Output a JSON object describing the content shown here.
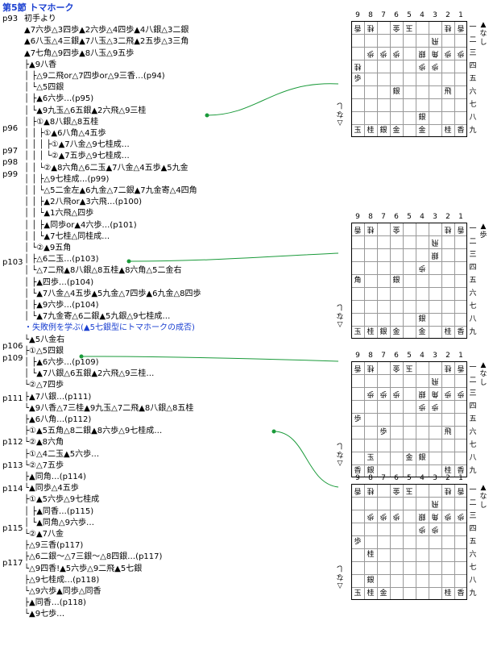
{
  "title": "第5節 トマホーク",
  "pages": [
    "p93",
    "p96",
    "p97",
    "p98",
    "p99",
    "p103",
    "p106",
    "p109",
    "p111",
    "p112",
    "p113",
    "p114",
    "p115",
    "p117"
  ],
  "lines": [
    "初手より",
    "▲7六歩△3四歩▲2六歩△4四歩▲4八銀△3二銀",
    "▲6八玉△4三銀▲7八玉△3二飛▲2五歩△3三角",
    "▲7七角△9四歩▲8八玉△9五歩",
    "├▲9八香",
    "│  ├△9二飛or△7四歩or△9三香…(p94)",
    "│  └△5四銀",
    "│      ├▲6六歩…(p95)",
    "│      └▲9九玉△6五銀▲2六飛△9三桂",
    "│          ├①▲8八銀△8五桂",
    "│          │  ├①▲6八角△4五歩",
    "│          │  │  ├①▲7八金△9七桂成…",
    "│          │  │  └②▲7五歩△9七桂成…",
    "│          │  └②▲8六角△6二玉▲7八金△4五歩▲5九金",
    "│          │      ├△9七桂成…(p99)",
    "│          │      └△5二金左▲6九金△7二銀▲7九金寄△4四角",
    "│          │          ├▲2八飛or▲3六飛…(p100)",
    "│          │          └▲1六飛△四歩",
    "│          │              ├▲同歩or▲4六歩…(p101)",
    "│          │              └▲7七桂△同桂成…",
    "│          └②▲9五角",
    "│              ├△6二玉…(p103)",
    "│              └△7二飛▲8八銀△8五桂▲8六角△5二金右",
    "│                  ├▲四歩…(p104)",
    "│                  └▲7八金△4五歩▲5九金△7四歩▲6九金△8四歩",
    "│                      ├▲9六歩…(p104)",
    "│                      └▲7九金寄△6二銀▲5九銀△9七桂成…",
    "・失敗例を学ぶ(▲5七銀型にトマホークの成否)",
    "└▲5八金右",
    "    ├①△5四銀",
    "    │  ├▲6六歩…(p109)",
    "    │  └▲7八銀△6五銀▲2六飛△9三桂…",
    "    └②△7四歩",
    "        ├▲7八銀…(p111)",
    "        └▲9八香△7三桂▲9九玉△7二飛▲8八銀△8五桂",
    "            ├▲6八角…(p112)",
    "            ├①▲5五角△8二銀▲8六歩△9七桂成…",
    "            └②▲8六角",
    "                ├①△4二玉▲5六歩…",
    "                └②△7五歩",
    "                    ├▲同角…(p114)",
    "                    └▲同歩△4五歩",
    "                        ├①▲5六歩△9七桂成",
    "                        │  ├▲同香…(p115)",
    "                        │  └▲同角△9六歩…",
    "                        └②▲7八金",
    "                            ├△9三香(p117)",
    "                            ├△6二銀～△7三銀～△8四銀…(p117)",
    "                            └△9四香!▲5六歩△9二飛▲5七銀",
    "                                ├△9七桂成…(p118)",
    "                                └△9六歩▲同歩△同香",
    "                                    ├▲同香…(p118)",
    "                                    └▲9七歩…"
  ],
  "files": [
    "9",
    "8",
    "7",
    "6",
    "5",
    "4",
    "3",
    "2",
    "1"
  ],
  "ranks": [
    "一",
    "二",
    "三",
    "四",
    "五",
    "六",
    "七",
    "八",
    "九"
  ],
  "boards": [
    {
      "sente_hand": "▲なし",
      "gote_hand": "△なし",
      "cells": [
        [
          "香",
          "桂",
          "",
          "金",
          "玉",
          "",
          "",
          "桂",
          "香"
        ],
        [
          "",
          "",
          "",
          "",
          "",
          "",
          "飛",
          "",
          ""
        ],
        [
          "",
          "歩",
          "歩",
          "歩",
          "",
          "銀",
          "角",
          "歩",
          "歩"
        ],
        [
          "桂",
          "",
          "",
          "",
          "",
          "歩",
          "歩",
          "",
          ""
        ],
        [
          "歩",
          "",
          "",
          "",
          "",
          "",
          "",
          "",
          ""
        ],
        [
          "",
          "",
          "",
          "銀",
          "",
          "",
          "",
          "飛",
          ""
        ],
        [
          "",
          "",
          "",
          "",
          "",
          "",
          "",
          "",
          ""
        ],
        [
          "",
          "",
          "",
          "",
          "",
          "銀",
          "",
          "",
          ""
        ],
        [
          "玉",
          "桂",
          "銀",
          "金",
          "",
          "金",
          "",
          "桂",
          "香"
        ]
      ]
    },
    {
      "sente_hand": "▲歩",
      "gote_hand": "△なし",
      "cells": [
        [
          "香",
          "桂",
          "",
          "金",
          "",
          "",
          "",
          "桂",
          "香"
        ],
        [
          "",
          "",
          "",
          "",
          "",
          "",
          "飛",
          "",
          ""
        ],
        [
          "",
          "",
          "",
          "",
          "",
          "",
          "銀",
          "",
          ""
        ],
        [
          "",
          "",
          "",
          "",
          "",
          "歩",
          "",
          "",
          ""
        ],
        [
          "角",
          "",
          "",
          "銀",
          "",
          "",
          "",
          "",
          ""
        ],
        [
          "",
          "",
          "",
          "",
          "",
          "",
          "",
          "",
          ""
        ],
        [
          "",
          "",
          "",
          "",
          "",
          "",
          "",
          "",
          ""
        ],
        [
          "",
          "",
          "",
          "",
          "",
          "銀",
          "",
          "",
          ""
        ],
        [
          "玉",
          "桂",
          "銀",
          "金",
          "",
          "金",
          "",
          "桂",
          "香"
        ]
      ]
    },
    {
      "sente_hand": "▲なし",
      "gote_hand": "△なし",
      "cells": [
        [
          "香",
          "桂",
          "",
          "金",
          "玉",
          "",
          "",
          "桂",
          "香"
        ],
        [
          "",
          "",
          "",
          "",
          "",
          "",
          "飛",
          "",
          ""
        ],
        [
          "",
          "歩",
          "歩",
          "歩",
          "",
          "銀",
          "角",
          "歩",
          "歩"
        ],
        [
          "",
          "",
          "",
          "",
          "",
          "歩",
          "歩",
          "",
          ""
        ],
        [
          "歩",
          "",
          "",
          "",
          "",
          "",
          "",
          "",
          ""
        ],
        [
          "",
          "",
          "歩",
          "",
          "",
          "",
          "",
          "飛",
          ""
        ],
        [
          "",
          "",
          "",
          "",
          "",
          "",
          "",
          "",
          ""
        ],
        [
          "",
          "玉",
          "",
          "",
          "金",
          "銀",
          "",
          "",
          ""
        ],
        [
          "香",
          "銀",
          "",
          "",
          "",
          "",
          "",
          "桂",
          "香"
        ]
      ]
    },
    {
      "sente_hand": "▲なし",
      "gote_hand": "△なし",
      "cells": [
        [
          "香",
          "桂",
          "",
          "金",
          "玉",
          "",
          "",
          "桂",
          "香"
        ],
        [
          "",
          "",
          "",
          "",
          "",
          "",
          "飛",
          "",
          ""
        ],
        [
          "",
          "歩",
          "歩",
          "歩",
          "",
          "銀",
          "角",
          "歩",
          "歩"
        ],
        [
          "",
          "",
          "",
          "",
          "",
          "歩",
          "歩",
          "",
          ""
        ],
        [
          "歩",
          "",
          "",
          "",
          "",
          "",
          "",
          "",
          ""
        ],
        [
          "",
          "桂",
          "",
          "",
          "",
          "",
          "",
          "",
          ""
        ],
        [
          "",
          "",
          "",
          "",
          "",
          "",
          "",
          "",
          ""
        ],
        [
          "",
          "銀",
          "",
          "",
          "",
          "",
          "",
          "",
          ""
        ],
        [
          "玉",
          "桂",
          "金",
          "",
          "",
          "",
          "",
          "桂",
          "香"
        ]
      ]
    }
  ]
}
